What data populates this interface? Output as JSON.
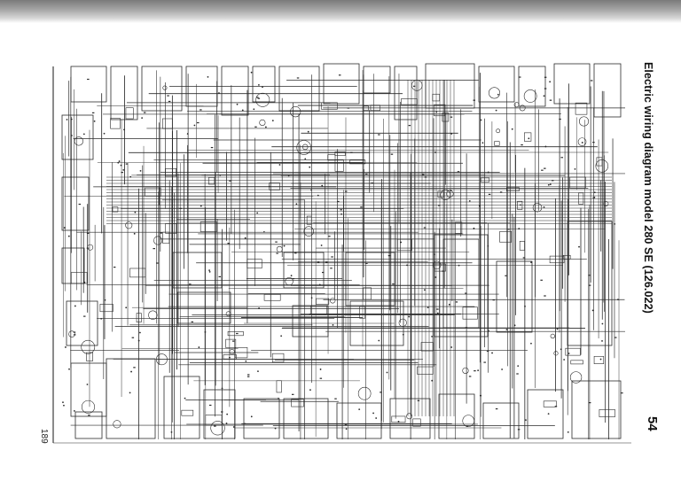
{
  "document": {
    "title": "Electric wiring diagram model 280 SE (126.022)",
    "figure_number": "54",
    "page_number": "189"
  },
  "colors": {
    "ink": "#2a2a2a",
    "paper": "#ffffff",
    "scan_shadow": "#8a8a8a"
  }
}
